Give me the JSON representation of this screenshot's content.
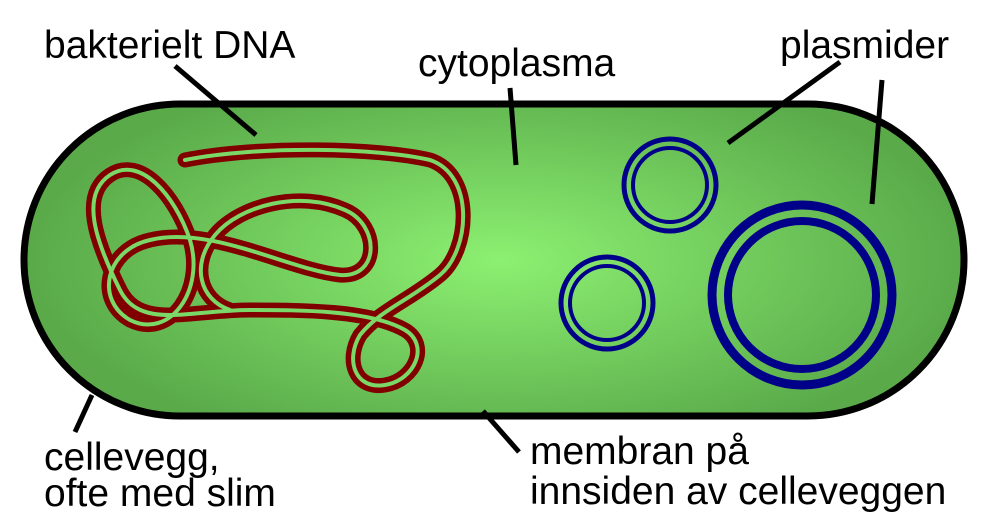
{
  "labels": {
    "dna": "bakterielt DNA",
    "cytoplasm": "cytoplasma",
    "plasmids": "plasmider",
    "cell_wall_line1": "cellevegg,",
    "cell_wall_line2": "ofte med slim",
    "membrane_line1": "membran på",
    "membrane_line2": "innsiden av celleveggen"
  },
  "colors": {
    "cytoplasm_center": "#8cf071",
    "cytoplasm_edge": "#5aaa4a",
    "cell_outline": "#000000",
    "dna": "#800000",
    "plasmid": "#000088",
    "label_text": "#000000"
  },
  "icons": {
    "dna": "dna-loop-strand",
    "plasmid": "double-ring"
  }
}
